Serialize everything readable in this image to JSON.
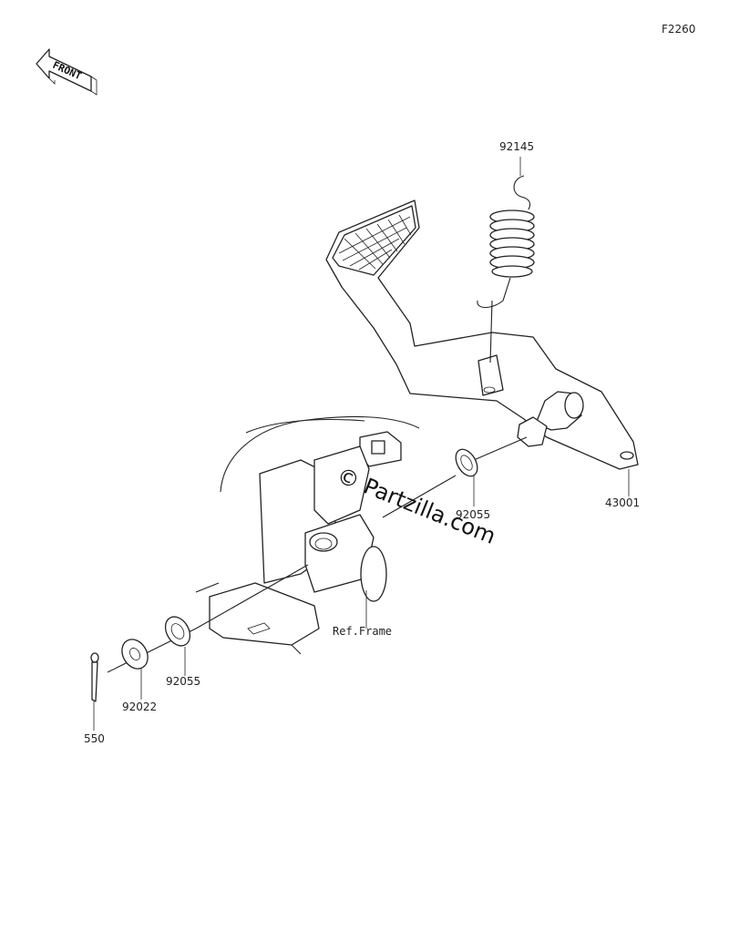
{
  "figure_id": "F2260",
  "front_label": "FRONT",
  "watermark": "© Partzilla.com",
  "parts": [
    {
      "number": "92145",
      "name": "spring"
    },
    {
      "number": "43001",
      "name": "brake pedal"
    },
    {
      "number": "92055",
      "name": "washer (upper)"
    },
    {
      "number": "92055",
      "name": "washer (lower)"
    },
    {
      "number": "92022",
      "name": "washer"
    },
    {
      "number": "550",
      "name": "cotter pin"
    }
  ],
  "reference_label": "Ref.Frame"
}
